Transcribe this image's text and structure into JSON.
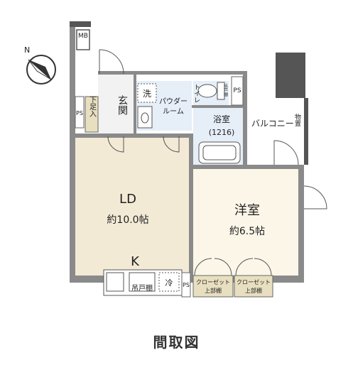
{
  "rooms": {
    "ld": {
      "name": "LD",
      "size": "約10.0帖",
      "kitchen": "K"
    },
    "western": {
      "name": "洋室",
      "size": "約6.5帖"
    },
    "entrance": "玄関",
    "shoe_box": "下足入",
    "powder_room": "パウダールーム",
    "powder_line1": "パウダー",
    "powder_line2": "ルーム",
    "toilet": "トイレ",
    "bath": "浴室",
    "bath_size": "(1216)",
    "balcony": "バルコニー",
    "storage": "物置",
    "closet1": {
      "line1": "クローゼット",
      "line2": "上部棚"
    },
    "closet2": {
      "line1": "クローゼット",
      "line2": "上部棚"
    }
  },
  "labels": {
    "mb": "MB",
    "ps_entrance": "PS",
    "ps_toilet": "PS",
    "ps_kitchen": "PS",
    "washer": "洗",
    "fridge": "冷",
    "hanging_shelf": "吊戸棚",
    "toilet_shelf": "吊戸棚",
    "compass": "N"
  },
  "caption": "間取図",
  "colors": {
    "wall": "#8a8a8a",
    "ld_floor": "#f3ead6",
    "western_floor": "#fbf6e8",
    "wet_floor": "#e6eef8",
    "entrance_floor": "#f2f2f2",
    "shoe_box": "#e8dfc0"
  }
}
